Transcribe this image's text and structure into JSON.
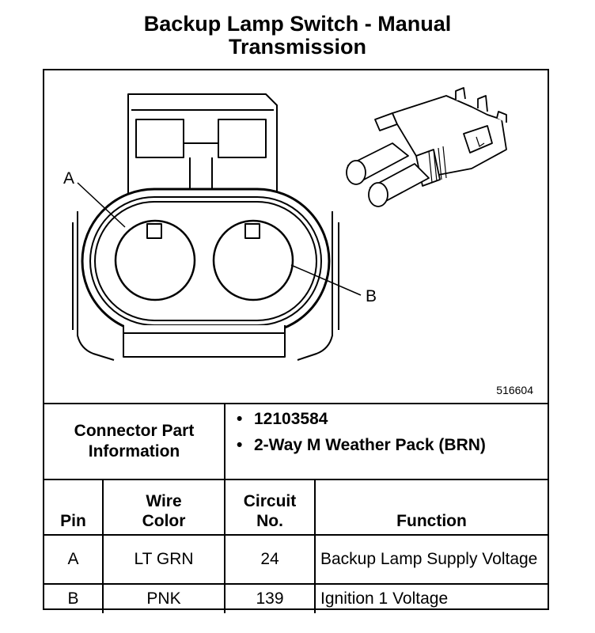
{
  "title": {
    "line1": "Backup Lamp Switch - Manual",
    "line2": "Transmission"
  },
  "diagram": {
    "figure_id": "516604",
    "pin_a_label": "A",
    "pin_b_label": "B"
  },
  "connector": {
    "label_line1": "Connector Part",
    "label_line2": "Information",
    "info": [
      "12103584",
      "2-Way M Weather Pack (BRN)"
    ]
  },
  "table": {
    "headers": {
      "pin": "Pin",
      "wire_line1": "Wire",
      "wire_line2": "Color",
      "circuit_line1": "Circuit",
      "circuit_line2": "No.",
      "function": "Function"
    },
    "rows": [
      {
        "pin": "A",
        "wire_color": "LT GRN",
        "circuit": "24",
        "function": "Backup Lamp Supply Voltage"
      },
      {
        "pin": "B",
        "wire_color": "PNK",
        "circuit": "139",
        "function": "Ignition 1 Voltage"
      }
    ]
  }
}
